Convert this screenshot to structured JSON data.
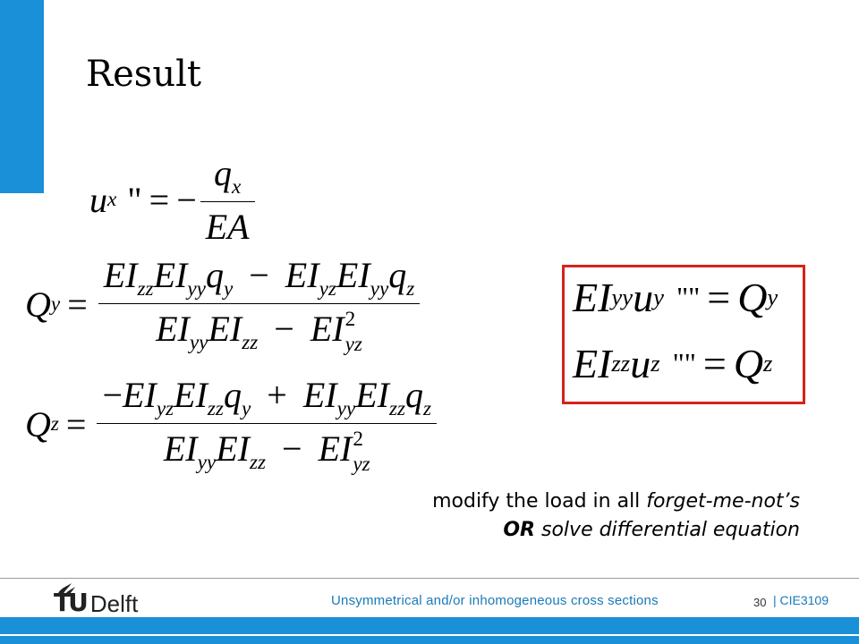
{
  "slide": {
    "title": "Result"
  },
  "equations": {
    "ux": {
      "var": "u",
      "sub": "x",
      "primes": "\"",
      "minus": "−",
      "num": "q",
      "num_sub": "x",
      "den": "EA"
    },
    "Qy": {
      "lhs": "Q",
      "lhs_sub": "y",
      "num": {
        "t1a": "EI",
        "t1a_sub": "zz",
        "t1b": "EI",
        "t1b_sub": "yy",
        "t1c": "q",
        "t1c_sub": "y",
        "minus": "−",
        "t2a": "EI",
        "t2a_sub": "yz",
        "t2b": "EI",
        "t2b_sub": "yy",
        "t2c": "q",
        "t2c_sub": "z"
      },
      "den": {
        "a": "EI",
        "a_sub": "yy",
        "b": "EI",
        "b_sub": "zz",
        "minus": "−",
        "c": "EI",
        "c_sub": "yz",
        "c_sup": "2"
      }
    },
    "Qz": {
      "lhs": "Q",
      "lhs_sub": "z",
      "num": {
        "sign": "−",
        "t1a": "EI",
        "t1a_sub": "yz",
        "t1b": "EI",
        "t1b_sub": "zz",
        "t1c": "q",
        "t1c_sub": "y",
        "plus": "+",
        "t2a": "EI",
        "t2a_sub": "yy",
        "t2b": "EI",
        "t2b_sub": "zz",
        "t2c": "q",
        "t2c_sub": "z"
      },
      "den": {
        "a": "EI",
        "a_sub": "yy",
        "b": "EI",
        "b_sub": "zz",
        "minus": "−",
        "c": "EI",
        "c_sub": "yz",
        "c_sup": "2"
      }
    },
    "boxed_y": {
      "a": "EI",
      "a_sub": "yy",
      "b": "u",
      "b_sub": "y",
      "primes": "\"\"",
      "rhs": "Q",
      "rhs_sub": "y"
    },
    "boxed_z": {
      "a": "EI",
      "a_sub": "zz",
      "b": "u",
      "b_sub": "z",
      "primes": "\"\"",
      "rhs": "Q",
      "rhs_sub": "z"
    }
  },
  "notes": {
    "line1_plain": "modify the load in all ",
    "line1_italic": "forget-me-not’s",
    "line2_bold": "OR",
    "line2_italic": " solve differential equation"
  },
  "footer": {
    "logo_t": "T",
    "logo_u": "U",
    "logo_delft": "Delft",
    "course": "Unsymmetrical and/or inhomogeneous  cross  sections",
    "page": "30",
    "code": "| CIE3109"
  },
  "colors": {
    "accent_blue": "#1a90d8",
    "footer_text_blue": "#1a7ab8",
    "box_red": "#d7221a"
  }
}
